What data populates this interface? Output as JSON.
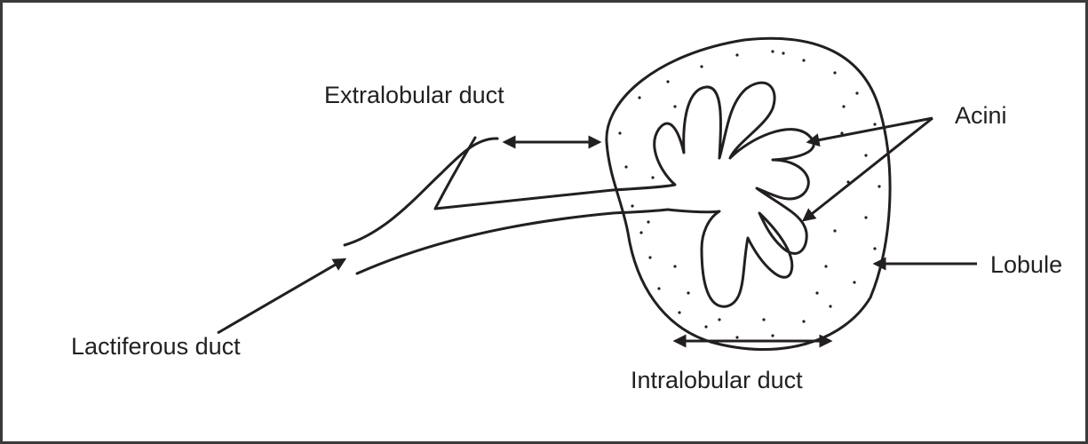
{
  "labels": {
    "extralobular_duct": "Extralobular duct",
    "acini": "Acini",
    "lobule": "Lobule",
    "lactiferous_duct": "Lactiferous duct",
    "intralobular_duct": "Intralobular duct"
  },
  "colors": {
    "ink": "#231f20",
    "frame": "#3a3a3a",
    "background": "#ffffff"
  }
}
